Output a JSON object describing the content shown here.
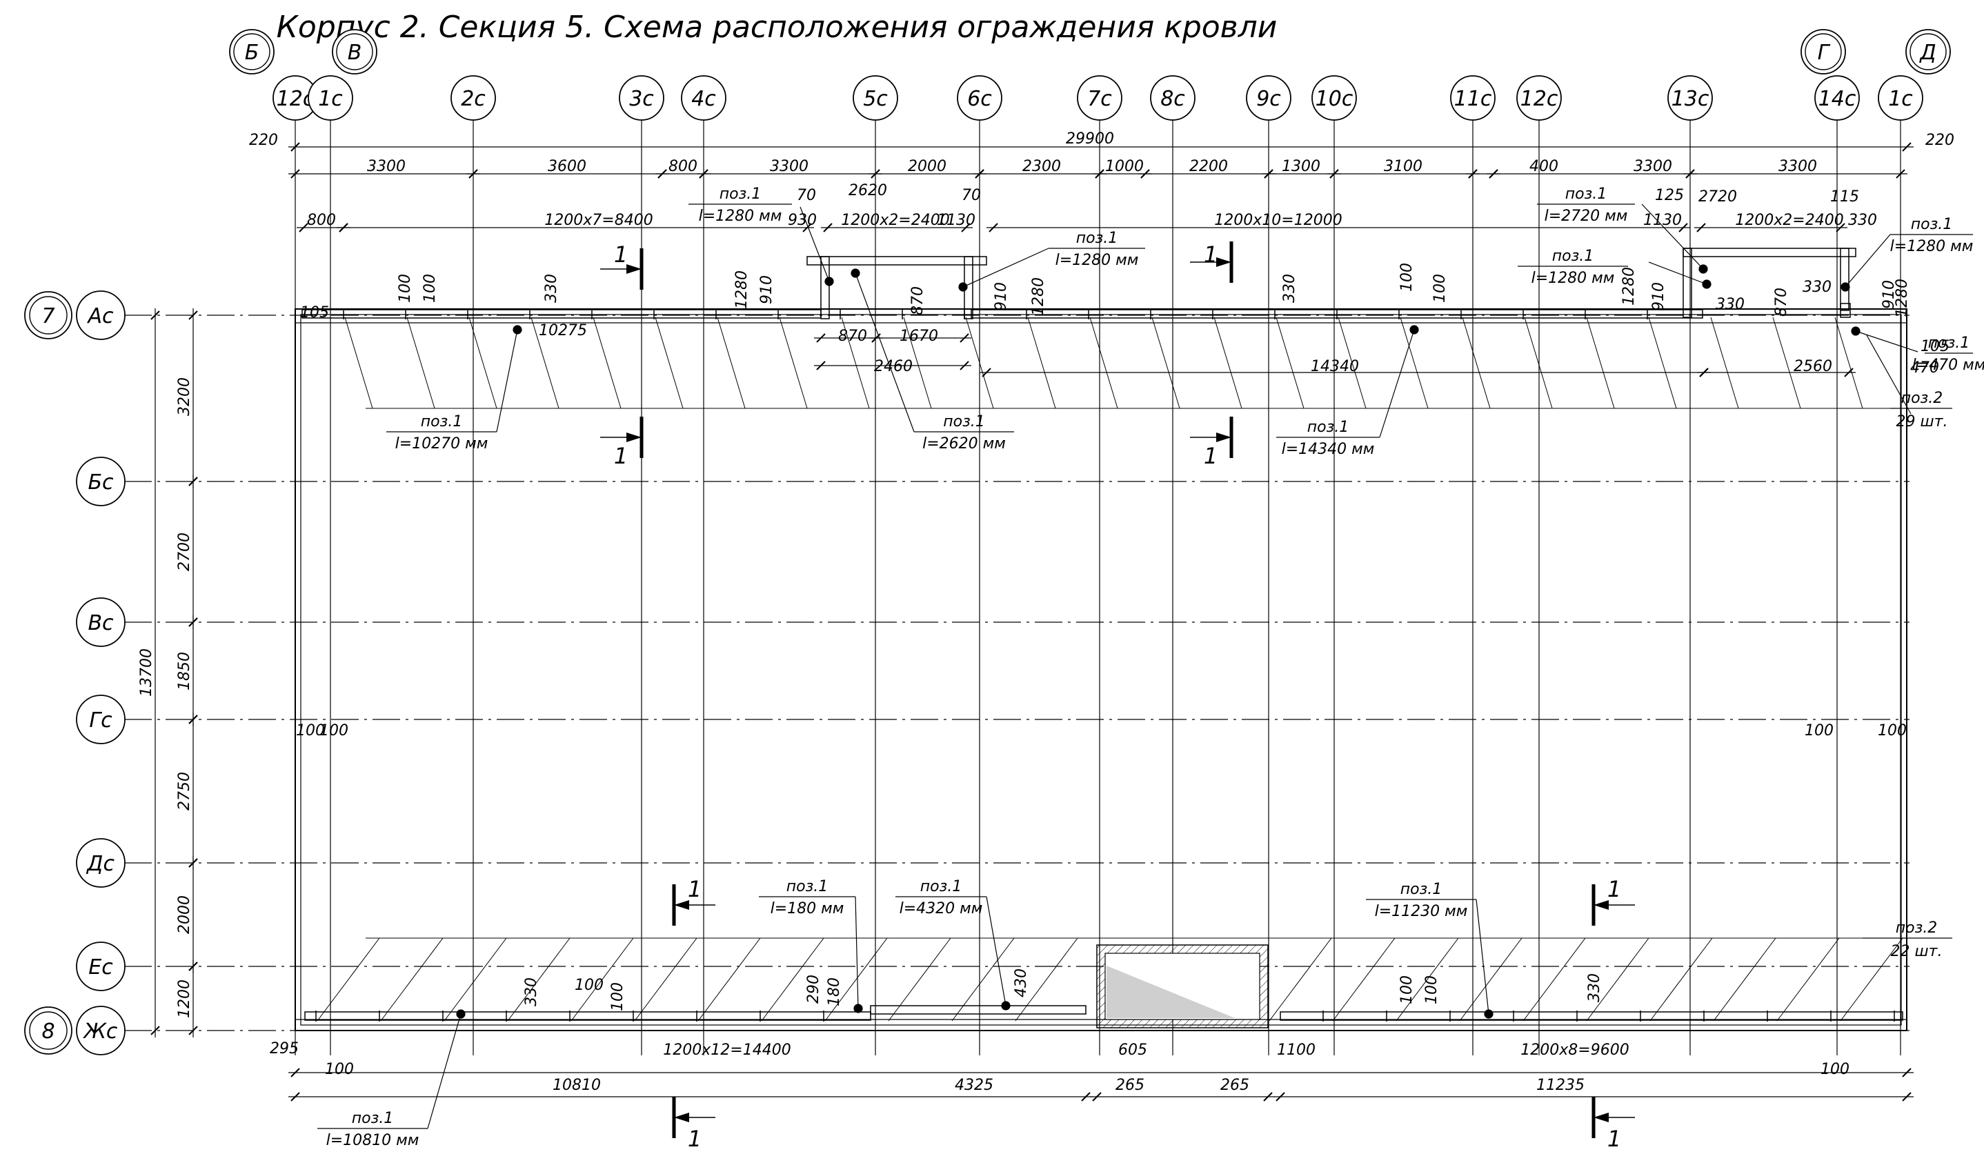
{
  "title": "Корпус 2. Секция 5. Схема расположения ограждения кровли",
  "axes": {
    "columns": [
      {
        "label": "12с",
        "pos": 428
      },
      {
        "label": "1с",
        "pos": 479
      },
      {
        "label": "2с",
        "pos": 686
      },
      {
        "label": "3с",
        "pos": 930
      },
      {
        "label": "4с",
        "pos": 1020
      },
      {
        "label": "5с",
        "pos": 1269
      },
      {
        "label": "6с",
        "pos": 1420
      },
      {
        "label": "7с",
        "pos": 1594
      },
      {
        "label": "8с",
        "pos": 1700
      },
      {
        "label": "9с",
        "pos": 1839
      },
      {
        "label": "10с",
        "pos": 1934
      },
      {
        "label": "11с",
        "pos": 2135
      },
      {
        "label": "12с",
        "pos": 2231
      },
      {
        "label": "13с",
        "pos": 2450
      },
      {
        "label": "14с",
        "pos": 2663
      },
      {
        "label": "1с",
        "pos": 2755
      }
    ],
    "building_axes": [
      {
        "label": "Б",
        "pos": 365
      },
      {
        "label": "В",
        "pos": 514
      },
      {
        "label": "Г",
        "pos": 2643
      },
      {
        "label": "Д",
        "pos": 2795
      }
    ],
    "rows": [
      {
        "label": "Ас",
        "pos": 457
      },
      {
        "label": "Бс",
        "pos": 698
      },
      {
        "label": "Вс",
        "pos": 902
      },
      {
        "label": "Гс",
        "pos": 1043
      },
      {
        "label": "Дс",
        "pos": 1251
      },
      {
        "label": "Ес",
        "pos": 1401
      },
      {
        "label": "Жс",
        "pos": 1494
      }
    ],
    "section_axes": [
      {
        "label": "7",
        "pos": 457
      },
      {
        "label": "8",
        "pos": 1494
      }
    ]
  },
  "dims": {
    "overall": "29900",
    "left_edge": "220",
    "right_edge": "220",
    "top_row": [
      "3300",
      "3600",
      "800",
      "3300",
      "2000",
      "2300",
      "1000",
      "2200",
      "1300",
      "3100",
      "400",
      "3300",
      "3300"
    ],
    "vertical": [
      "3200",
      "2700",
      "1850",
      "2750",
      "2000",
      "1200"
    ],
    "vertical_total": "13700",
    "other": [
      "800",
      "1200х7=8400",
      "70",
      "2620",
      "70",
      "930",
      "1200х2=2400",
      "1130",
      "1200х10=12000",
      "125",
      "2720",
      "115",
      "1130",
      "1200х2=2400",
      "330",
      "100",
      "100",
      "330",
      "1280",
      "910",
      "870",
      "910",
      "1280",
      "330",
      "100",
      "100",
      "1280",
      "910",
      "330",
      "870",
      "330",
      "910",
      "1280",
      "105",
      "10275",
      "870",
      "1670",
      "2460",
      "14340",
      "2560",
      "105",
      "470",
      "100",
      "100",
      "100",
      "100",
      "330",
      "100",
      "100",
      "1200х12=14400",
      "290",
      "180",
      "430",
      "100",
      "100",
      "330",
      "1200х8=9600",
      "295",
      "100",
      "605",
      "1100",
      "100",
      "10810",
      "4325",
      "265",
      "265",
      "11235"
    ]
  },
  "labels": {
    "p1": "поз.1",
    "p2": "поз.2",
    "l1280": "l=1280 мм",
    "l2720": "l=2720 мм",
    "l470": "l=470 мм",
    "q29": "29 шт.",
    "l10270": "l=10270 мм",
    "l2620": "l=2620 мм",
    "l14340": "l=14340 мм",
    "l180": "l=180 мм",
    "l4320": "l=4320 мм",
    "l11230": "l=11230 мм",
    "q22": "22 шт.",
    "l10810": "l=10810 мм"
  },
  "section_mark": "1"
}
